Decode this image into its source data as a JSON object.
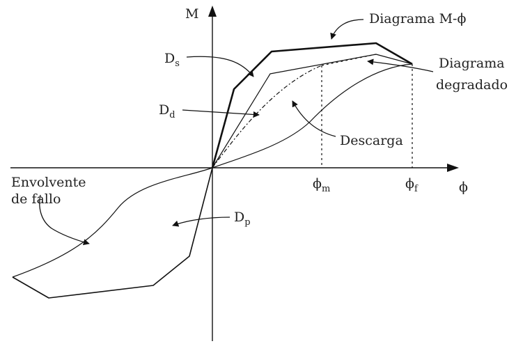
{
  "labels": {
    "axis_m": "M",
    "axis_phi": "ϕ",
    "diagrama_mphi": "Diagrama M-ϕ",
    "diagrama_degradado_1": "Diagrama",
    "diagrama_degradado_2": "degradado",
    "descarga": "Descarga",
    "envolvente_1": "Envolvente",
    "envolvente_2": "de fallo",
    "ds": "D",
    "ds_sub": "s",
    "dd": "D",
    "dd_sub": "d",
    "dp": "D",
    "dp_sub": "p",
    "phi_m": "ϕ",
    "phi_m_sub": "m",
    "phi_f": "ϕ",
    "phi_f_sub": "f"
  }
}
